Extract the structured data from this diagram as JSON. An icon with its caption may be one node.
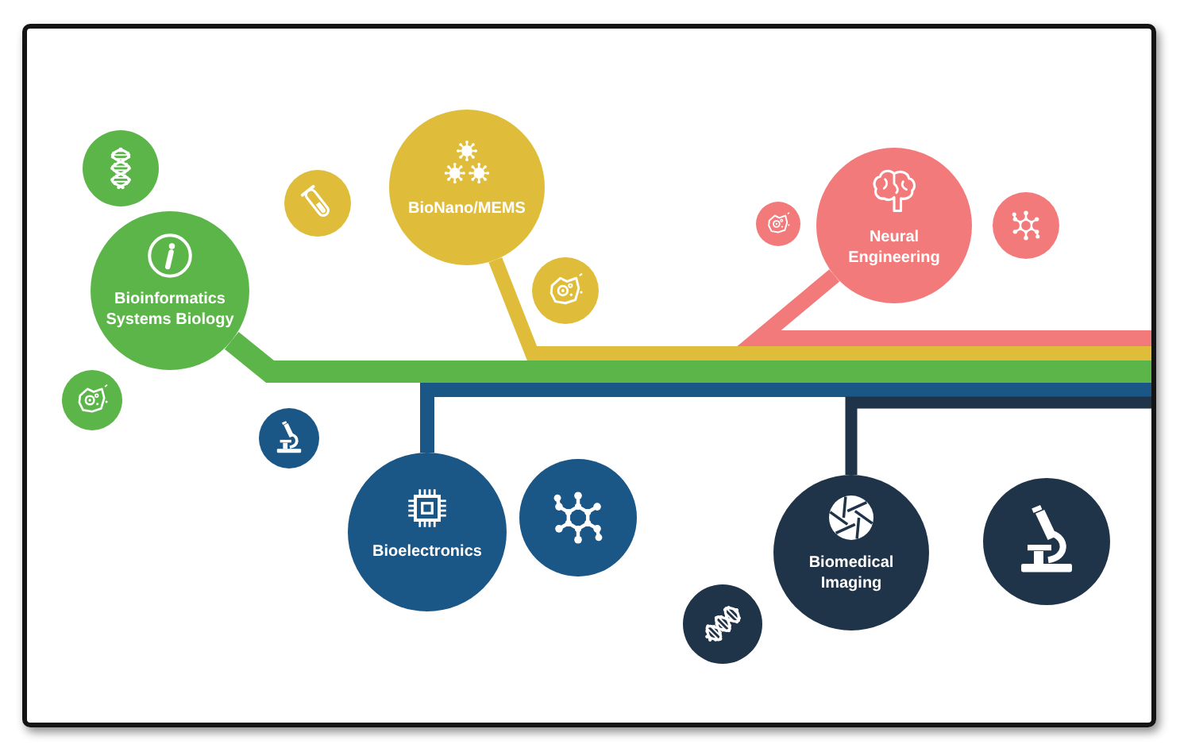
{
  "diagram": {
    "nodes": [
      {
        "text": [],
        "shape": "circle"
      },
      {
        "text": [
          "BioNano/MEMS"
        ]
      },
      {
        "text": [],
        "shape": "circle"
      },
      {
        "text": [
          "Neural Engineering"
        ]
      },
      {
        "text": [],
        "shape": "circle"
      },
      {
        "text": [],
        "shape": "circle"
      },
      {
        "text": [
          "Bioinformatics Systems Biology"
        ]
      },
      {
        "text": [],
        "shape": "circle"
      },
      {
        "text": [],
        "shape": "circle"
      },
      {
        "text": [],
        "shape": "circle"
      },
      {
        "text": [
          "Bioelectronics"
        ]
      },
      {
        "text": [],
        "shape": "circle"
      },
      {
        "text": [
          "Biomedical Imaging"
        ]
      },
      {
        "text": [],
        "shape": "circle"
      },
      {
        "text": [],
        "shape": "circle"
      }
    ],
    "edges": [
      {
        "from": null,
        "to": 3,
        "arrow": "none",
        "color": "#f37a7a"
      },
      {
        "from": null,
        "to": 1,
        "arrow": "none",
        "color": "#dfbd3a"
      },
      {
        "from": null,
        "to": 6,
        "arrow": "none",
        "color": "#5bb548"
      },
      {
        "from": null,
        "to": 10,
        "arrow": "none",
        "color": "#1a5686"
      },
      {
        "from": null,
        "to": 12,
        "arrow": "none",
        "color": "#1f3349"
      }
    ]
  }
}
